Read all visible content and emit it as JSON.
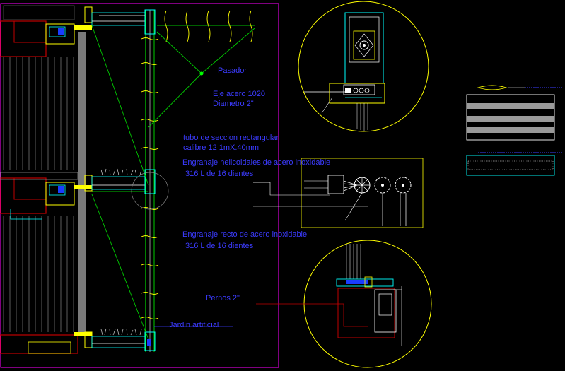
{
  "labels": {
    "pasador": "Pasador",
    "eje_line1": "Eje acero 1020",
    "eje_line2": "Diametro 2\"",
    "tubo_line1": "tubo de seccion rectangular",
    "tubo_line2": "calibre 12 1mX.40mm",
    "helicoidal_line1": "Engranaje helicoidales de acero inoxidable",
    "helicoidal_line2": "316 L de 16 dientes",
    "recto_line1": "Engranaje recto de acero inoxidable",
    "recto_line2": "316 L de 16 dientes",
    "pernos": "Pernos 2\"",
    "jardin": "Jardin artificial"
  },
  "colors": {
    "background": "#000000",
    "border_magenta": "#ff00ff",
    "label_blue": "#3b3bff",
    "drawing_green": "#00ff00",
    "drawing_cyan": "#00ffff",
    "drawing_yellow": "#ffff00",
    "drawing_red": "#ff0000",
    "drawing_white": "#ffffff",
    "drawing_gray": "#8a8a8a"
  }
}
